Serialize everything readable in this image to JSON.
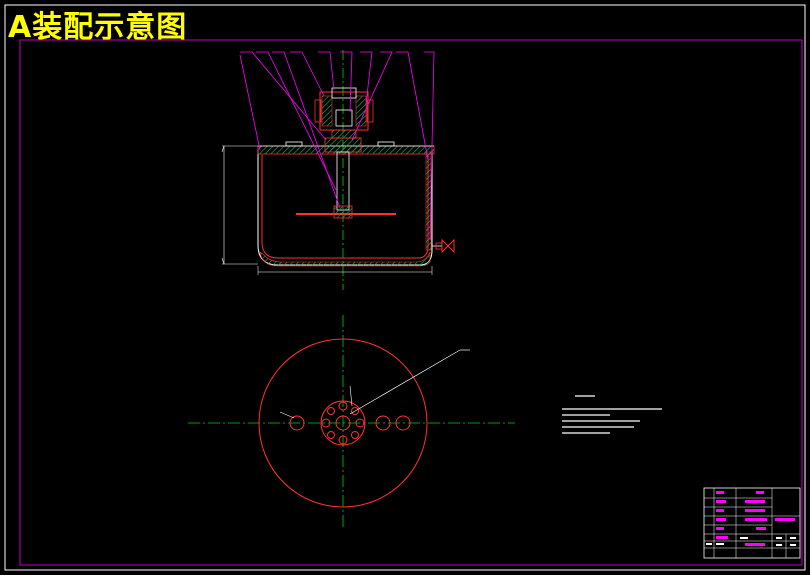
{
  "drawing": {
    "title": "A装配示意图",
    "background_color": "#000000",
    "title_color": "#ffff00",
    "frame_color": "#c000c0",
    "outline_color": "#ffffff",
    "section_color": "#ff3030",
    "hatch_color": "#00c060",
    "centerline_color": "#00d000"
  },
  "elements": {
    "front_section_view": "front-section-view",
    "top_view": "top-view",
    "leader_lines": "part-leader-lines",
    "technical_notes": "technical-notes",
    "title_block": "title-block"
  }
}
